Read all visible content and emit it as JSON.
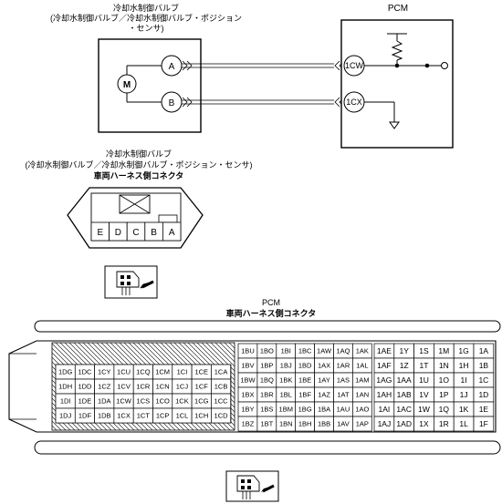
{
  "valve": {
    "title": "冷却水制御バルブ",
    "subtitle": "(冷却水制御バルブ／冷却水制御バルブ・ポジション",
    "subtitle2": "・センサ)",
    "motor_label": "M",
    "terminals": [
      "A",
      "B"
    ]
  },
  "pcm": {
    "title": "PCM",
    "terminals": [
      "1CW",
      "1CX"
    ]
  },
  "valve_connector": {
    "line1": "冷却水制御バルブ",
    "line2": "(冷却水制御バルブ／冷却水制御バルブ・ポジション・センサ)",
    "line3": "車両ハーネス側コネクタ",
    "pins": [
      "E",
      "D",
      "C",
      "B",
      "A"
    ]
  },
  "pcm_connector": {
    "line1": "PCM",
    "line2": "車両ハーネス側コネクタ",
    "left_block": [
      [
        "1DG",
        "1DC",
        "1CY",
        "1CU",
        "1CQ",
        "1CM",
        "1CI",
        "1CE",
        "1CA"
      ],
      [
        "1DH",
        "1DD",
        "1CZ",
        "1CV",
        "1CR",
        "1CN",
        "1CJ",
        "1CF",
        "1CB"
      ],
      [
        "1DI",
        "1DE",
        "1DA",
        "1CW",
        "1CS",
        "1CO",
        "1CK",
        "1CG",
        "1CC"
      ],
      [
        "1DJ",
        "1DF",
        "1DB",
        "1CX",
        "1CT",
        "1CP",
        "1CL",
        "1CH",
        "1CD"
      ]
    ],
    "middle_block": [
      [
        "1BU",
        "1BO",
        "1BI",
        "1BC",
        "1AW",
        "1AQ",
        "1AK"
      ],
      [
        "1BV",
        "1BP",
        "1BJ",
        "1BD",
        "1AX",
        "1AR",
        "1AL"
      ],
      [
        "1BW",
        "1BQ",
        "1BK",
        "1BE",
        "1AY",
        "1AS",
        "1AM"
      ],
      [
        "1BX",
        "1BR",
        "1BL",
        "1BF",
        "1AZ",
        "1AT",
        "1AN"
      ],
      [
        "1BY",
        "1BS",
        "1BM",
        "1BG",
        "1BA",
        "1AU",
        "1AO"
      ],
      [
        "1BZ",
        "1BT",
        "1BN",
        "1BH",
        "1BB",
        "1AV",
        "1AP"
      ]
    ],
    "right_block": [
      [
        "1AE",
        "1Y",
        "1S",
        "1M",
        "1G",
        "1A"
      ],
      [
        "1AF",
        "1Z",
        "1T",
        "1N",
        "1H",
        "1B"
      ],
      [
        "1AG",
        "1AA",
        "1U",
        "1O",
        "1I",
        "1C"
      ],
      [
        "1AH",
        "1AB",
        "1V",
        "1P",
        "1J",
        "1D"
      ],
      [
        "1AI",
        "1AC",
        "1W",
        "1Q",
        "1K",
        "1E"
      ],
      [
        "1AJ",
        "1AD",
        "1X",
        "1R",
        "1L",
        "1F"
      ]
    ]
  }
}
